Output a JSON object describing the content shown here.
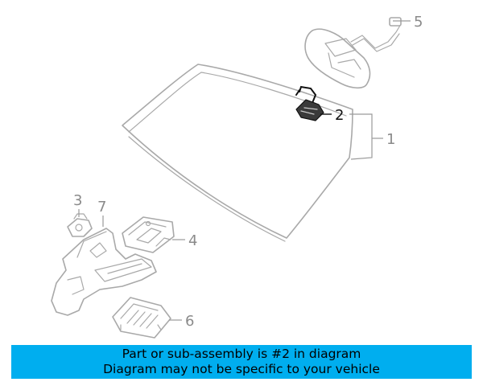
{
  "diagram": {
    "callouts": [
      {
        "id": "1",
        "label": "1"
      },
      {
        "id": "2",
        "label": "2"
      },
      {
        "id": "3",
        "label": "3"
      },
      {
        "id": "4",
        "label": "4"
      },
      {
        "id": "5",
        "label": "5"
      },
      {
        "id": "6",
        "label": "6"
      },
      {
        "id": "7",
        "label": "7"
      }
    ],
    "highlighted_part": "2",
    "colors": {
      "line": "#a9a9a9",
      "highlight": "#111111",
      "banner": "#00aeef"
    }
  },
  "banner": {
    "line1": "Part or sub-assembly is #2 in diagram",
    "line2": "Diagram may not be specific to your vehicle"
  }
}
